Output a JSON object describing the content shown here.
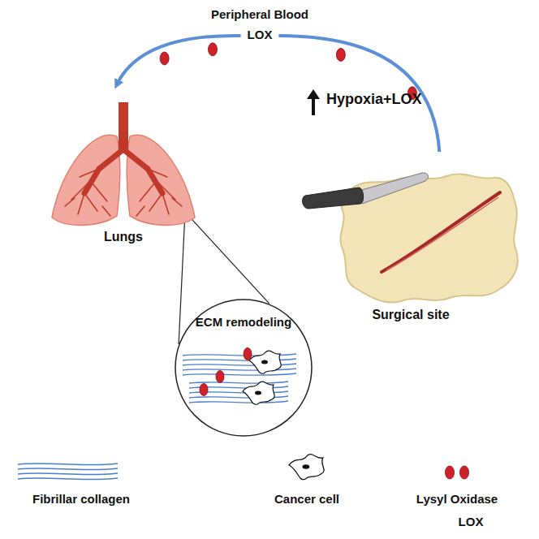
{
  "diagram": {
    "nodes": [
      {
        "text": [
          "Lungs"
        ]
      },
      {
        "text": [
          "Surgical site"
        ]
      },
      {
        "text": [
          "ECM remodeling"
        ]
      }
    ],
    "edges": [
      {
        "from": 1,
        "to": 0,
        "arrow": "to",
        "label": "LOX"
      },
      {
        "from": 0,
        "to": 2,
        "arrow": "none"
      }
    ],
    "labels": [
      "Peripheral Blood",
      "Hypoxia+LOX",
      "LOX"
    ],
    "legend": [
      {
        "text": "Fibrillar collagen"
      },
      {
        "text": "Cancer cell"
      },
      {
        "text": "Lysyl Oxidase"
      }
    ]
  }
}
